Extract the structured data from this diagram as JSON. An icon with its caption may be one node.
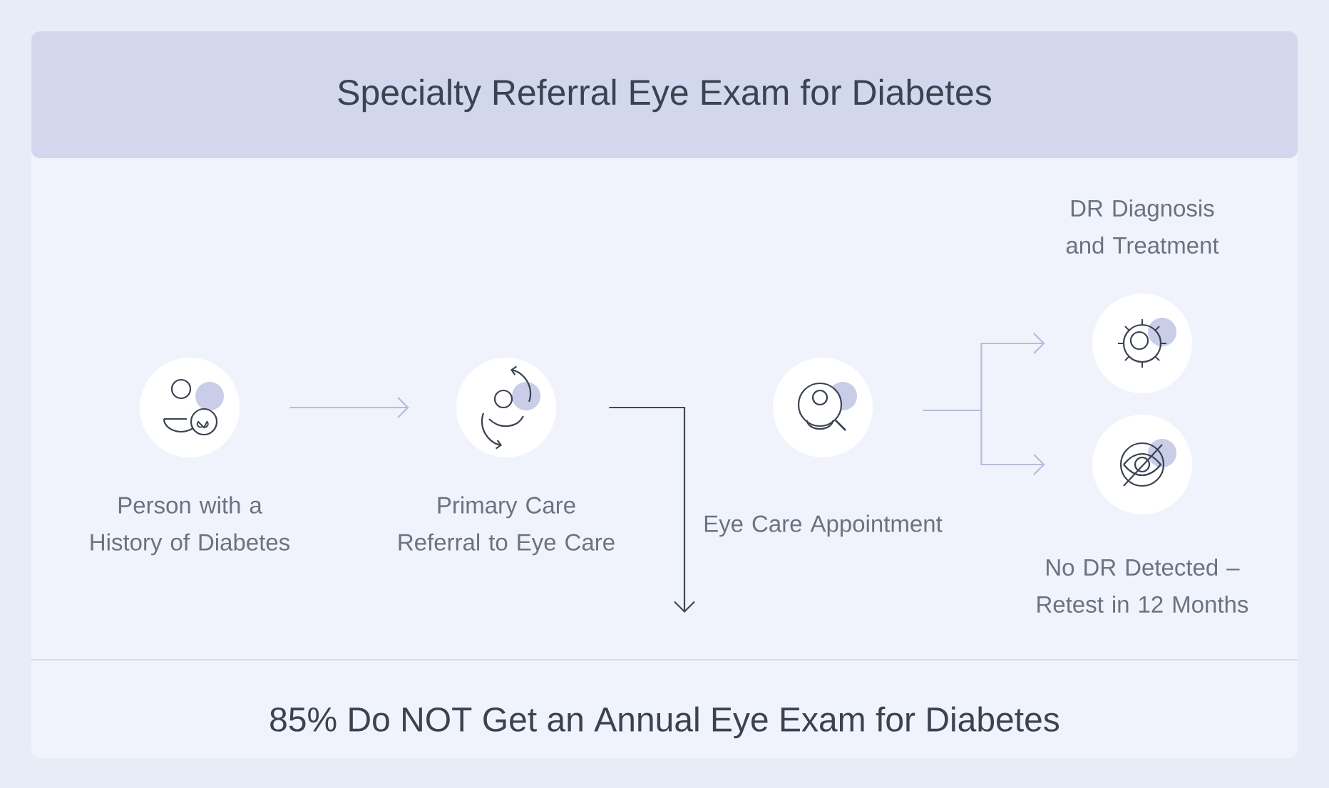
{
  "diagram": {
    "title": "Specialty Referral Eye Exam for Diabetes",
    "caption": "85% Do NOT Get an Annual Eye Exam for Diabetes",
    "nodes": [
      {
        "text": [
          "Person with a History of Diabetes"
        ]
      },
      {
        "text": [
          "Primary Care Referral to Eye Care"
        ]
      },
      {
        "text": [
          "Eye Care Appointment"
        ]
      },
      {
        "text": [
          "DR Diagnosis and Treatment"
        ]
      },
      {
        "text": [
          "No DR Detected – Retest in 12 Months"
        ]
      }
    ],
    "edges": [
      {
        "from": 0,
        "to": 1,
        "arrow": "to"
      },
      {
        "from": 1,
        "to": null,
        "arrow": "to",
        "color": "#3f4856"
      },
      {
        "from": 2,
        "to": 3,
        "arrow": "to"
      },
      {
        "from": 2,
        "to": 4,
        "arrow": "to"
      }
    ]
  }
}
